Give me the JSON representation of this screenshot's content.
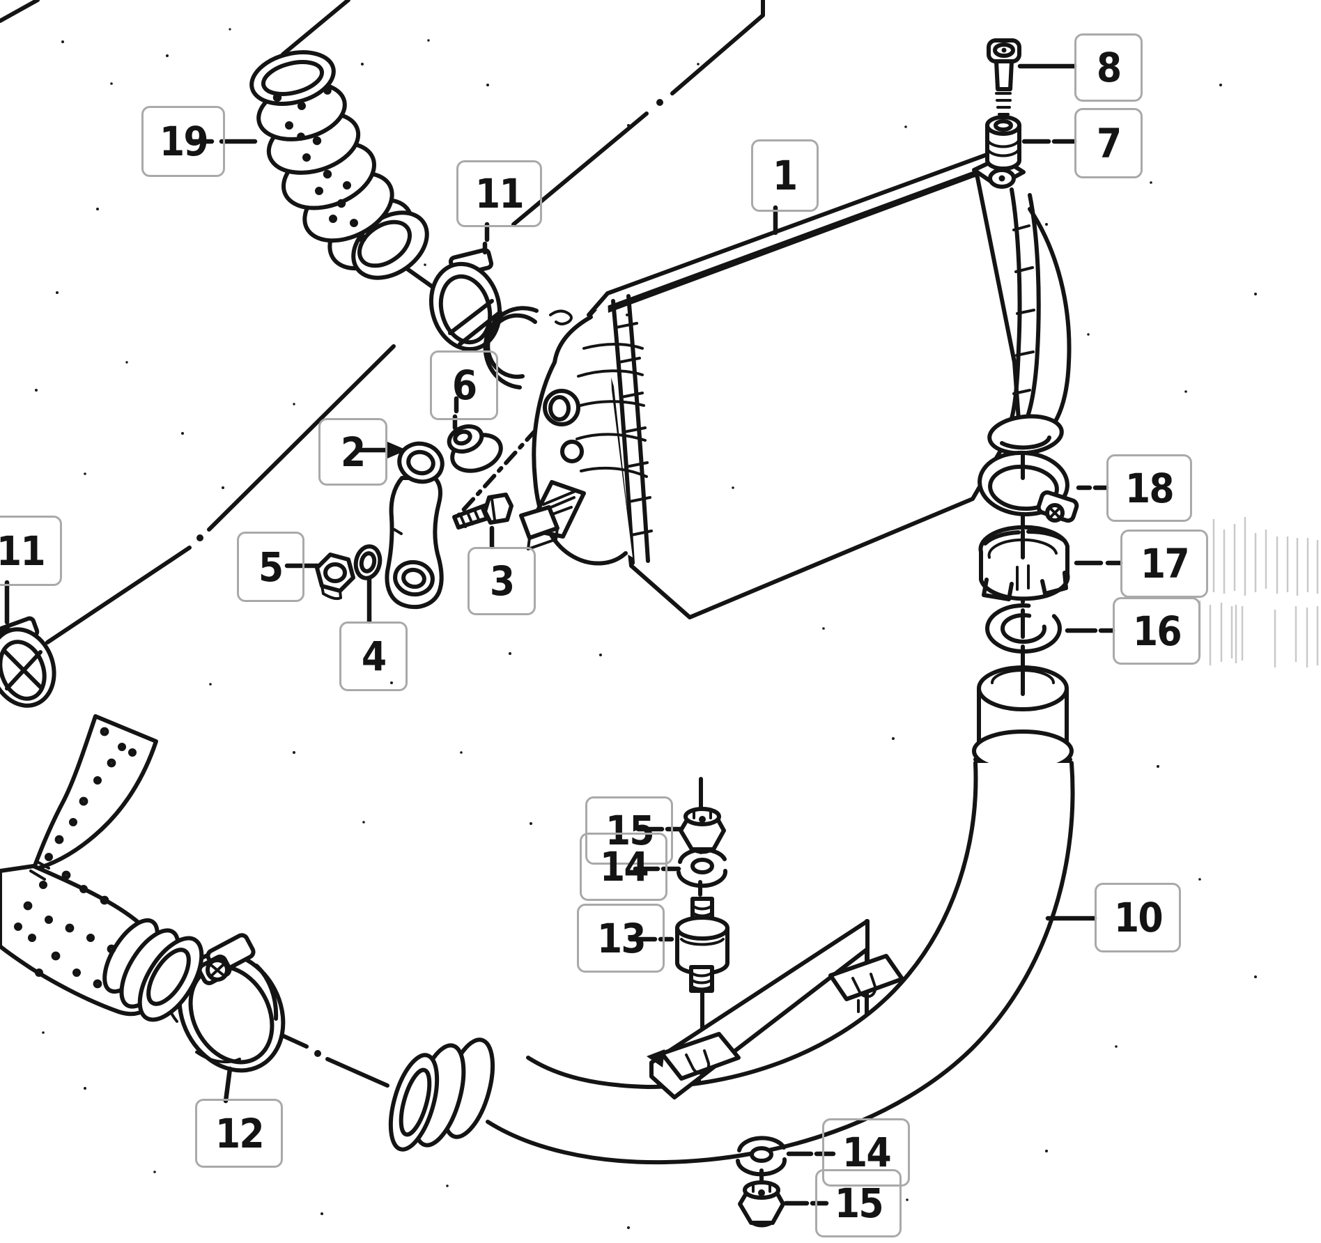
{
  "figure_type": "exploded-parts-diagram",
  "colors": {
    "background": "#ffffff",
    "line": "#141414",
    "callout_border": "#a9a9a9",
    "callout_text": "#141414",
    "scan_artifact": "#c9c9c9"
  },
  "callouts": {
    "item19": {
      "label": "19"
    },
    "item11_top": {
      "label": "11"
    },
    "item1": {
      "label": "1"
    },
    "item8": {
      "label": "8"
    },
    "item7": {
      "label": "7"
    },
    "item2": {
      "label": "2"
    },
    "item6": {
      "label": "6"
    },
    "item5": {
      "label": "5"
    },
    "item3": {
      "label": "3"
    },
    "item4": {
      "label": "4"
    },
    "item11_left": {
      "label": "11"
    },
    "item18": {
      "label": "18"
    },
    "item17": {
      "label": "17"
    },
    "item16": {
      "label": "16"
    },
    "item10": {
      "label": "10"
    },
    "item15_upper": {
      "label": "15"
    },
    "item14_upper": {
      "label": "14"
    },
    "item13": {
      "label": "13"
    },
    "item12": {
      "label": "12"
    },
    "item14_lower": {
      "label": "14"
    },
    "item15_lower": {
      "label": "15"
    }
  }
}
